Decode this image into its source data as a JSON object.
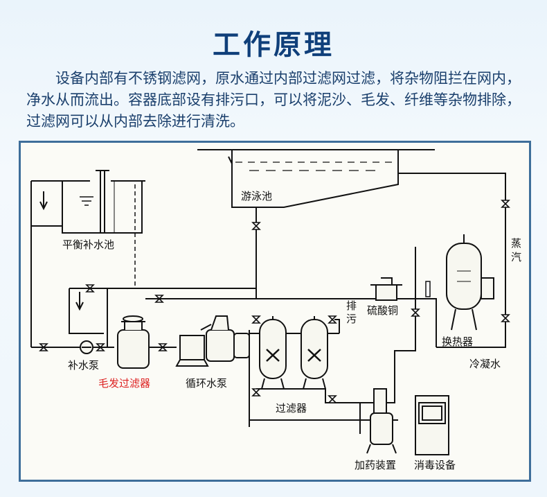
{
  "title": "工作原理",
  "description": "设备内部有不锈钢滤网，原水通过内部过滤网过滤，将杂物阻拦在网内，净水从而流出。容器底部设有排污口，可以将泥沙、毛发、纤维等杂物排除，过滤网可以从内部去除进行清洗。",
  "diagram": {
    "pool": "游泳池",
    "balance_tank": "平衡补水池",
    "steam": "蒸汽",
    "heat_exchanger": "换热器",
    "condensate": "冷凝水",
    "copper_sulfate": "硫酸铜",
    "drain_1": "排",
    "drain_2": "污",
    "makeup_pump": "补水泵",
    "hair_filter": "毛发过滤器",
    "circulation_pump": "循环水泵",
    "filter": "过滤器",
    "dosing_device": "加药装置",
    "disinfection_device": "消毒设备"
  },
  "colors": {
    "title": "#0f3f7a",
    "frame": "#3e6e9a",
    "highlight": "#dd2222"
  }
}
